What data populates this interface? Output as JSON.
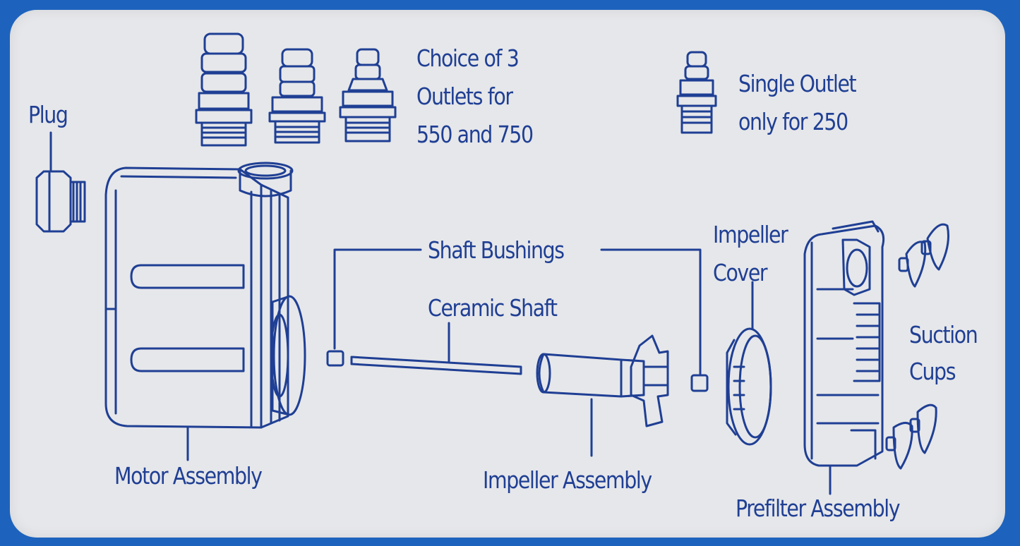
{
  "colors": {
    "frame": "#1d63bd",
    "panel": "#e6e7ea",
    "ink": "#1f3f94"
  },
  "labels": {
    "plug": "Plug",
    "choice_outlets": [
      "Choice of 3",
      "Outlets for",
      "550 and 750"
    ],
    "single_outlet": [
      "Single Outlet",
      "only for 250"
    ],
    "shaft_bushings": "Shaft Bushings",
    "ceramic_shaft": "Ceramic Shaft",
    "impeller_cover": [
      "Impeller",
      "Cover"
    ],
    "suction_cups": [
      "Suction",
      "Cups"
    ],
    "motor_assembly": "Motor Assembly",
    "impeller_assembly": "Impeller Assembly",
    "prefilter_assembly": "Prefilter Assembly"
  }
}
